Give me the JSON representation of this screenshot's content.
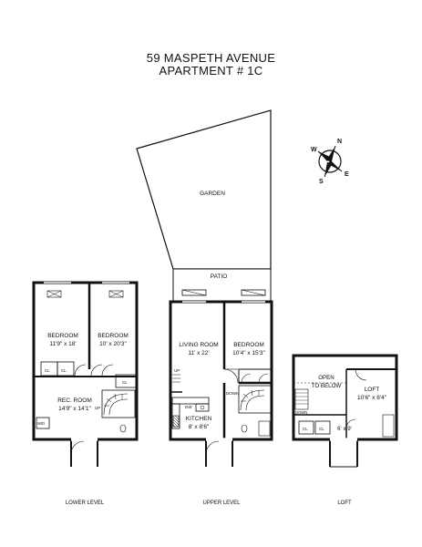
{
  "header": {
    "address": "59 MASPETH AVENUE",
    "unit": "APARTMENT # 1C"
  },
  "compass": {
    "n": "N",
    "s": "S",
    "e": "E",
    "w": "W"
  },
  "upper": {
    "garden": "GARDEN",
    "patio": "PATIO",
    "living_name": "LIVING ROOM",
    "living_dim": "11' x 22'",
    "bedroom_name": "BEDROOM",
    "bedroom_dim": "10'4\" x 15'3\"",
    "kitchen_name": "KITCHEN",
    "kitchen_dim": "8' x 8'6\"",
    "up": "UP",
    "down": "DOWN",
    "dw": "DW",
    "level": "UPPER LEVEL"
  },
  "lower": {
    "bed1_name": "BEDROOM",
    "bed1_dim": "11'9\" x 18'",
    "bed2_name": "BEDROOM",
    "bed2_dim": "10' x 20'3\"",
    "cl1": "CL",
    "cl2": "CL",
    "cl3": "CL",
    "rec_name": "REC. ROOM",
    "rec_dim": "14'9\" x 14'1\"",
    "up": "UP",
    "wd": "W/D",
    "level": "LOWER LEVEL"
  },
  "loft": {
    "open_1": "OPEN",
    "open_2": "TO BELOW",
    "loft_name": "LOFT",
    "loft_dim": "10'6\" x 8'4\"",
    "cl1": "CL",
    "cl2": "CL",
    "small_dim": "6' x 9'",
    "down": "DOWN",
    "level": "LOFT"
  }
}
